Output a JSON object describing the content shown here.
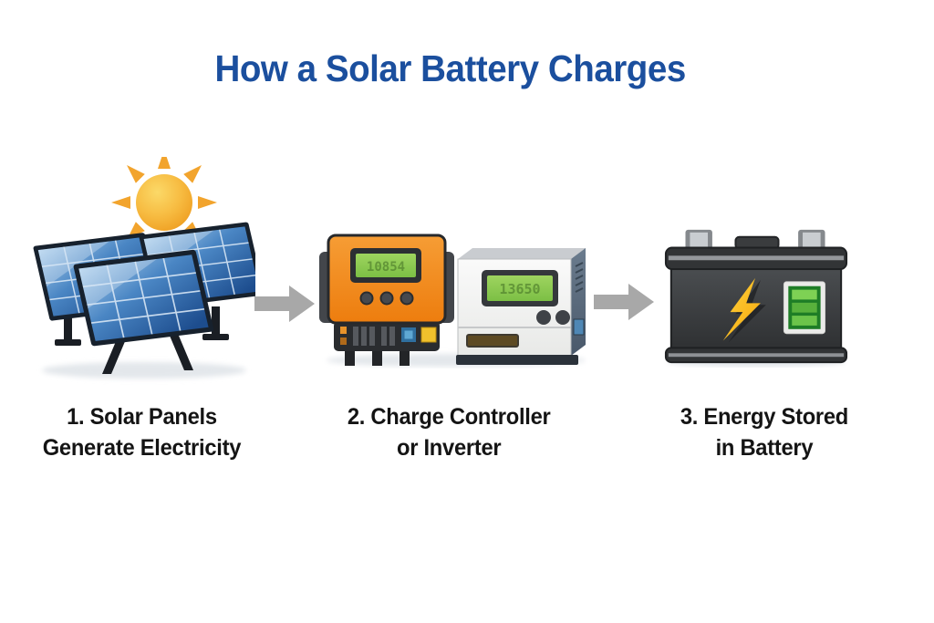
{
  "title": "How a Solar Battery Charges",
  "steps": [
    {
      "label_line1": "1. Solar Panels",
      "label_line2": "Generate Electricity"
    },
    {
      "label_line1": "2. Charge Controller",
      "label_line2": "or Inverter"
    },
    {
      "label_line1": "3. Energy Stored",
      "label_line2": "in Battery"
    }
  ],
  "devices": {
    "charge_controller": {
      "lcd_text": "10854"
    },
    "inverter": {
      "lcd_text": "13650"
    }
  },
  "colors": {
    "title_blue": "#1b4f9e",
    "label_black": "#141414",
    "arrow_gray": "#a8a8a8",
    "sun_yellow": "#f6b93b",
    "sun_ray_orange": "#f2a42d",
    "panel_blue": "#3f7fc1",
    "panel_frame_dark": "#17212d",
    "controller_orange": "#ef8c1e",
    "lcd_green": "#8bc94f",
    "inverter_white": "#f2f2f0",
    "inverter_side_gray": "#5c6d7e",
    "battery_dark": "#35373a",
    "bolt_yellow": "#ffc513",
    "indicator_green": "#1e7d26",
    "shadow_gray": "#e3e7eb"
  }
}
